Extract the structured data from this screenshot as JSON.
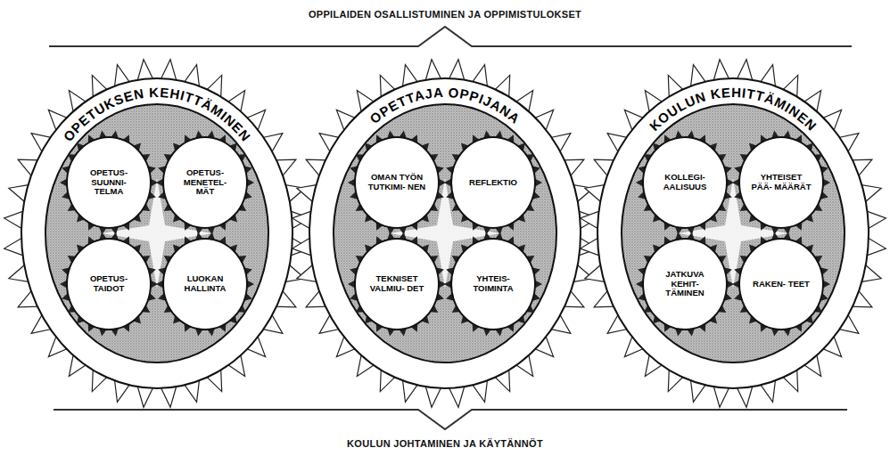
{
  "diagram": {
    "nodes": [
      {
        "text": [
          "OPETUKSEN KEHITTÄMINEN"
        ]
      },
      {
        "text": [
          "OPETUS- SUUNNI- TELMA"
        ],
        "in": 0
      },
      {
        "text": [
          "OPETUS- MENETEL- MÄT"
        ],
        "in": 0
      },
      {
        "text": [
          "OPETUS- TAIDOT"
        ],
        "in": 0
      },
      {
        "text": [
          "LUOKAN HALLINTA"
        ],
        "in": 0
      },
      {
        "text": [
          "OPETTAJA OPPIJANA"
        ]
      },
      {
        "text": [
          "OMAN TYÖN TUTKIMI- NEN"
        ],
        "in": 5
      },
      {
        "text": [
          "REFLEKTIO"
        ],
        "in": 5
      },
      {
        "text": [
          "TEKNISET VALMIU- DET"
        ],
        "in": 5
      },
      {
        "text": [
          "YHTEIS- TOIMINTA"
        ],
        "in": 5
      },
      {
        "text": [
          "KOULUN KEHITTÄMINEN"
        ]
      },
      {
        "text": [
          "KOLLEGI- AALISUUS"
        ],
        "in": 10
      },
      {
        "text": [
          "YHTEISET PÄÄ- MÄÄRÄT"
        ],
        "in": 10
      },
      {
        "text": [
          "JATKUVA KEHIT- TÄMINEN"
        ],
        "in": 10
      },
      {
        "text": [
          "RAKEN- TEET"
        ],
        "in": 10
      }
    ],
    "labels": [
      "OPPILAIDEN OSALLISTUMINEN JA OPPIMISTULOKSET",
      "KOULUN JOHTAMINEN JA KÄYTÄNNÖT"
    ]
  }
}
